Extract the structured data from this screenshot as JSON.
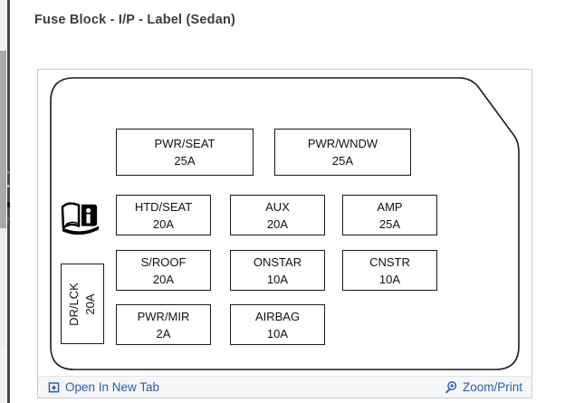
{
  "page": {
    "title": "Fuse Block - I/P - Label (Sedan)"
  },
  "colors": {
    "link_blue": "#2a60ab",
    "panel_border": "#cccccc",
    "footer_bg": "#f4f6f7",
    "diagram_stroke": "#1a1a1a"
  },
  "diagram": {
    "book_icon": "open-book-info-icon",
    "fuses": [
      {
        "label": "PWR/SEAT",
        "amp": "25A"
      },
      {
        "label": "PWR/WNDW",
        "amp": "25A"
      },
      {
        "label": "HTD/SEAT",
        "amp": "20A"
      },
      {
        "label": "AUX",
        "amp": "20A"
      },
      {
        "label": "AMP",
        "amp": "25A"
      },
      {
        "label": "S/ROOF",
        "amp": "20A"
      },
      {
        "label": "ONSTAR",
        "amp": "10A"
      },
      {
        "label": "CNSTR",
        "amp": "10A"
      },
      {
        "label": "PWR/MIR",
        "amp": "2A"
      },
      {
        "label": "AIRBAG",
        "amp": "10A"
      }
    ],
    "vertical_fuse": {
      "label": "DR/LCK",
      "amp": "20A"
    }
  },
  "footer": {
    "open_link": "Open In New Tab",
    "zoom_link": "Zoom/Print"
  }
}
